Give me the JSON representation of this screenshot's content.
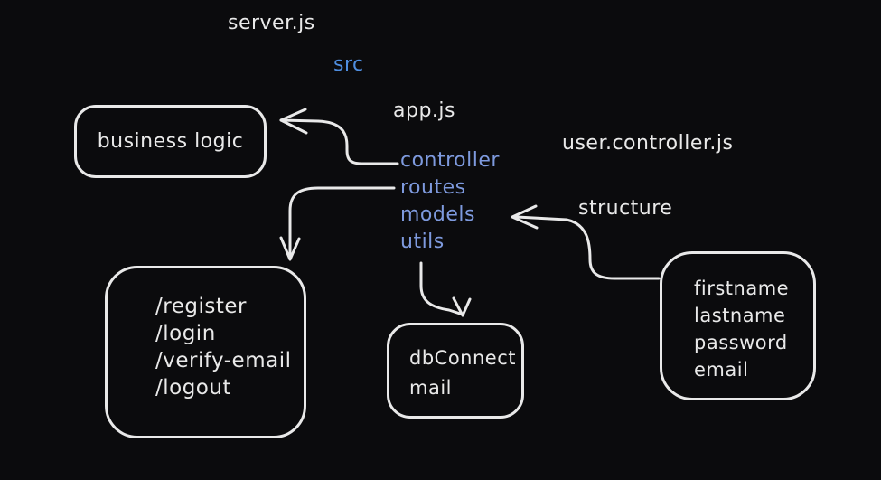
{
  "colors": {
    "background": "#0b0b0d",
    "ink": "#e9e9e9",
    "accent_blue": "#4f8ee0",
    "accent_blue_soft": "#7e9ade"
  },
  "labels": {
    "server_file": "server.js",
    "src_folder": "src",
    "app_file": "app.js",
    "user_controller_file": "user.controller.js",
    "structure_note": "structure"
  },
  "src_tree": {
    "items": [
      {
        "label": "controller"
      },
      {
        "label": "routes"
      },
      {
        "label": "models"
      },
      {
        "label": "utils"
      }
    ]
  },
  "boxes": {
    "business_logic": {
      "lines": [
        "business logic"
      ]
    },
    "route_endpoints": {
      "lines": [
        "/register",
        "/login",
        "/verify-email",
        "/logout"
      ]
    },
    "utils_modules": {
      "lines": [
        "dbConnect",
        "mail"
      ]
    },
    "user_model_fields": {
      "lines": [
        "firstname",
        "lastname",
        "password",
        "email"
      ]
    }
  }
}
